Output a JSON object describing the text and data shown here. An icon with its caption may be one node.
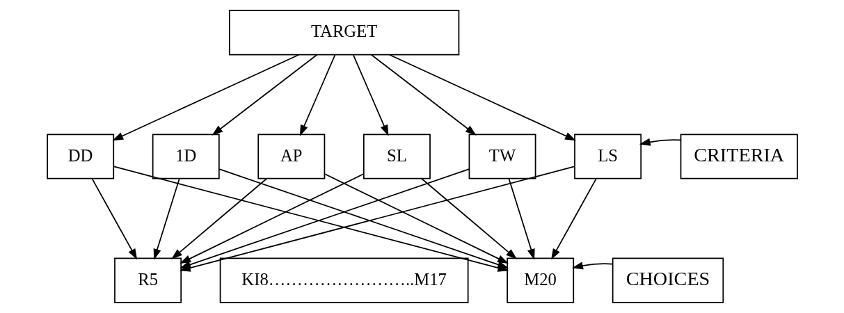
{
  "diagram": {
    "nodes": [
      {
        "text": [
          "TARGET"
        ]
      },
      {
        "text": [
          "DD"
        ]
      },
      {
        "text": [
          "1D"
        ]
      },
      {
        "text": [
          "AP"
        ]
      },
      {
        "text": [
          "SL"
        ]
      },
      {
        "text": [
          "TW"
        ]
      },
      {
        "text": [
          "LS"
        ]
      },
      {
        "text": [
          "CRITERIA"
        ]
      },
      {
        "text": [
          "R5"
        ]
      },
      {
        "text": [
          "KI8……………………..M17"
        ]
      },
      {
        "text": [
          "M20"
        ]
      },
      {
        "text": [
          "CHOICES"
        ]
      }
    ],
    "edges": [
      {
        "from": 0,
        "to": 1,
        "arrow": "to"
      },
      {
        "from": 0,
        "to": 2,
        "arrow": "to"
      },
      {
        "from": 0,
        "to": 3,
        "arrow": "to"
      },
      {
        "from": 0,
        "to": 4,
        "arrow": "to"
      },
      {
        "from": 0,
        "to": 5,
        "arrow": "to"
      },
      {
        "from": 0,
        "to": 6,
        "arrow": "to"
      },
      {
        "from": 1,
        "to": 8,
        "arrow": "to"
      },
      {
        "from": 1,
        "to": 10,
        "arrow": "to"
      },
      {
        "from": 2,
        "to": 8,
        "arrow": "to"
      },
      {
        "from": 2,
        "to": 10,
        "arrow": "to"
      },
      {
        "from": 3,
        "to": 8,
        "arrow": "to"
      },
      {
        "from": 3,
        "to": 10,
        "arrow": "to"
      },
      {
        "from": 4,
        "to": 8,
        "arrow": "to"
      },
      {
        "from": 4,
        "to": 10,
        "arrow": "to"
      },
      {
        "from": 5,
        "to": 8,
        "arrow": "to"
      },
      {
        "from": 5,
        "to": 10,
        "arrow": "to"
      },
      {
        "from": 6,
        "to": 8,
        "arrow": "to"
      },
      {
        "from": 6,
        "to": 10,
        "arrow": "to"
      },
      {
        "from": 7,
        "to": 6,
        "arrow": "to"
      },
      {
        "from": 11,
        "to": 10,
        "arrow": "to"
      }
    ]
  }
}
